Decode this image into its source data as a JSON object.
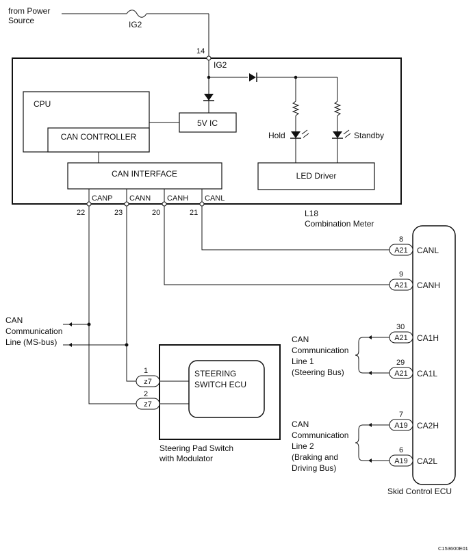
{
  "power": {
    "source_line1": "from Power",
    "source_line2": "Source",
    "fuse_label": "IG2"
  },
  "combination_meter": {
    "pin14": "14",
    "ig2_label": "IG2",
    "cpu_label": "CPU",
    "can_controller": "CAN CONTROLLER",
    "ic_5v": "5V IC",
    "can_interface": "CAN INTERFACE",
    "led_driver": "LED Driver",
    "hold": "Hold",
    "standby": "Standby",
    "port_canp": "CANP",
    "port_cann": "CANN",
    "port_canh": "CANH",
    "port_canl": "CANL",
    "pin22": "22",
    "pin23": "23",
    "pin20": "20",
    "pin21": "21",
    "name_line1": "L18",
    "name_line2": "Combination Meter"
  },
  "can_ms_bus": {
    "line1": "CAN",
    "line2": "Communication",
    "line3": "Line (MS-bus)"
  },
  "steering_pad": {
    "ecu_line1": "STEERING",
    "ecu_line2": "SWITCH ECU",
    "pin1": "1",
    "pin2": "2",
    "conn1": "z7",
    "conn2": "z7",
    "name_line1": "Steering Pad Switch",
    "name_line2": "with Modulator"
  },
  "can_line1": {
    "line1": "CAN",
    "line2": "Communication",
    "line3": "Line 1",
    "line4": "(Steering Bus)"
  },
  "can_line2": {
    "line1": "CAN",
    "line2": "Communication",
    "line3": "Line 2",
    "line4": "(Braking and",
    "line5": "Driving Bus)"
  },
  "skid_ecu": {
    "name": "Skid Control ECU",
    "pins": [
      {
        "num": "8",
        "conn": "A21",
        "label": "CANL"
      },
      {
        "num": "9",
        "conn": "A21",
        "label": "CANH"
      },
      {
        "num": "30",
        "conn": "A21",
        "label": "CA1H"
      },
      {
        "num": "29",
        "conn": "A21",
        "label": "CA1L"
      },
      {
        "num": "7",
        "conn": "A19",
        "label": "CA2H"
      },
      {
        "num": "6",
        "conn": "A19",
        "label": "CA2L"
      }
    ]
  },
  "figure_code": "C153600E01"
}
